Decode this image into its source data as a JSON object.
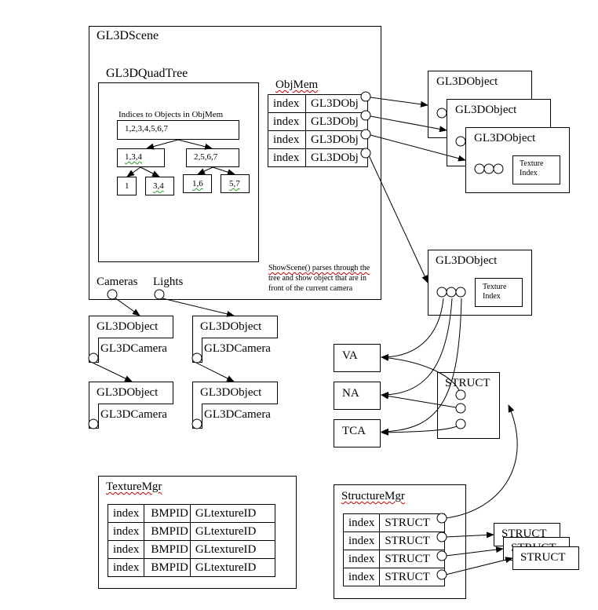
{
  "scene": {
    "title": "GL3DScene",
    "quadtree": {
      "title": "GL3DQuadTree",
      "caption": "Indices to Objects in ObjMem",
      "root": "1,2,3,4,5,6,7",
      "level1": [
        "1,3,4",
        "2,5,6,7"
      ],
      "level2": [
        "1",
        "3,4",
        "1,6",
        "5,7"
      ]
    },
    "objmem": {
      "title": "ObjMem",
      "rows": [
        {
          "index": "index",
          "value": "GL3DObj"
        },
        {
          "index": "index",
          "value": "GL3DObj"
        },
        {
          "index": "index",
          "value": "GL3DObj"
        },
        {
          "index": "index",
          "value": "GL3DObj"
        }
      ]
    },
    "cameras_label": "Cameras",
    "lights_label": "Lights",
    "note": [
      "ShowScene() parses through the",
      "tree and show object that are in",
      "front of the current camera"
    ]
  },
  "stacked_objects": [
    {
      "title": "GL3DObject"
    },
    {
      "title": "GL3DObject"
    },
    {
      "title": "GL3DObject",
      "texture_label": [
        "Texture",
        "Index"
      ]
    }
  ],
  "detail_object": {
    "title": "GL3DObject",
    "texture_label": [
      "Texture",
      "Index"
    ]
  },
  "arrays": [
    "VA",
    "NA",
    "TCA"
  ],
  "struct_box": {
    "title": "STRUCT"
  },
  "camera_objects": [
    {
      "title": "GL3DObject",
      "inner": "GL3DCamera"
    },
    {
      "title": "GL3DObject",
      "inner": "GL3DCamera"
    },
    {
      "title": "GL3DObject",
      "inner": "GL3DCamera"
    },
    {
      "title": "GL3DObject",
      "inner": "GL3DCamera"
    }
  ],
  "texture_mgr": {
    "title": "TextureMgr",
    "rows": [
      {
        "index": "index",
        "bmp": "BMPID",
        "gl": "GLtextureID"
      },
      {
        "index": "index",
        "bmp": "BMPID",
        "gl": "GLtextureID"
      },
      {
        "index": "index",
        "bmp": "BMPID",
        "gl": "GLtextureID"
      },
      {
        "index": "index",
        "bmp": "BMPID",
        "gl": "GLtextureID"
      }
    ]
  },
  "structure_mgr": {
    "title": "StructureMgr",
    "rows": [
      {
        "index": "index",
        "value": "STRUCT"
      },
      {
        "index": "index",
        "value": "STRUCT"
      },
      {
        "index": "index",
        "value": "STRUCT"
      },
      {
        "index": "index",
        "value": "STRUCT"
      }
    ]
  },
  "stacked_structs": [
    "STRUCT",
    "STRUCT",
    "STRUCT"
  ]
}
